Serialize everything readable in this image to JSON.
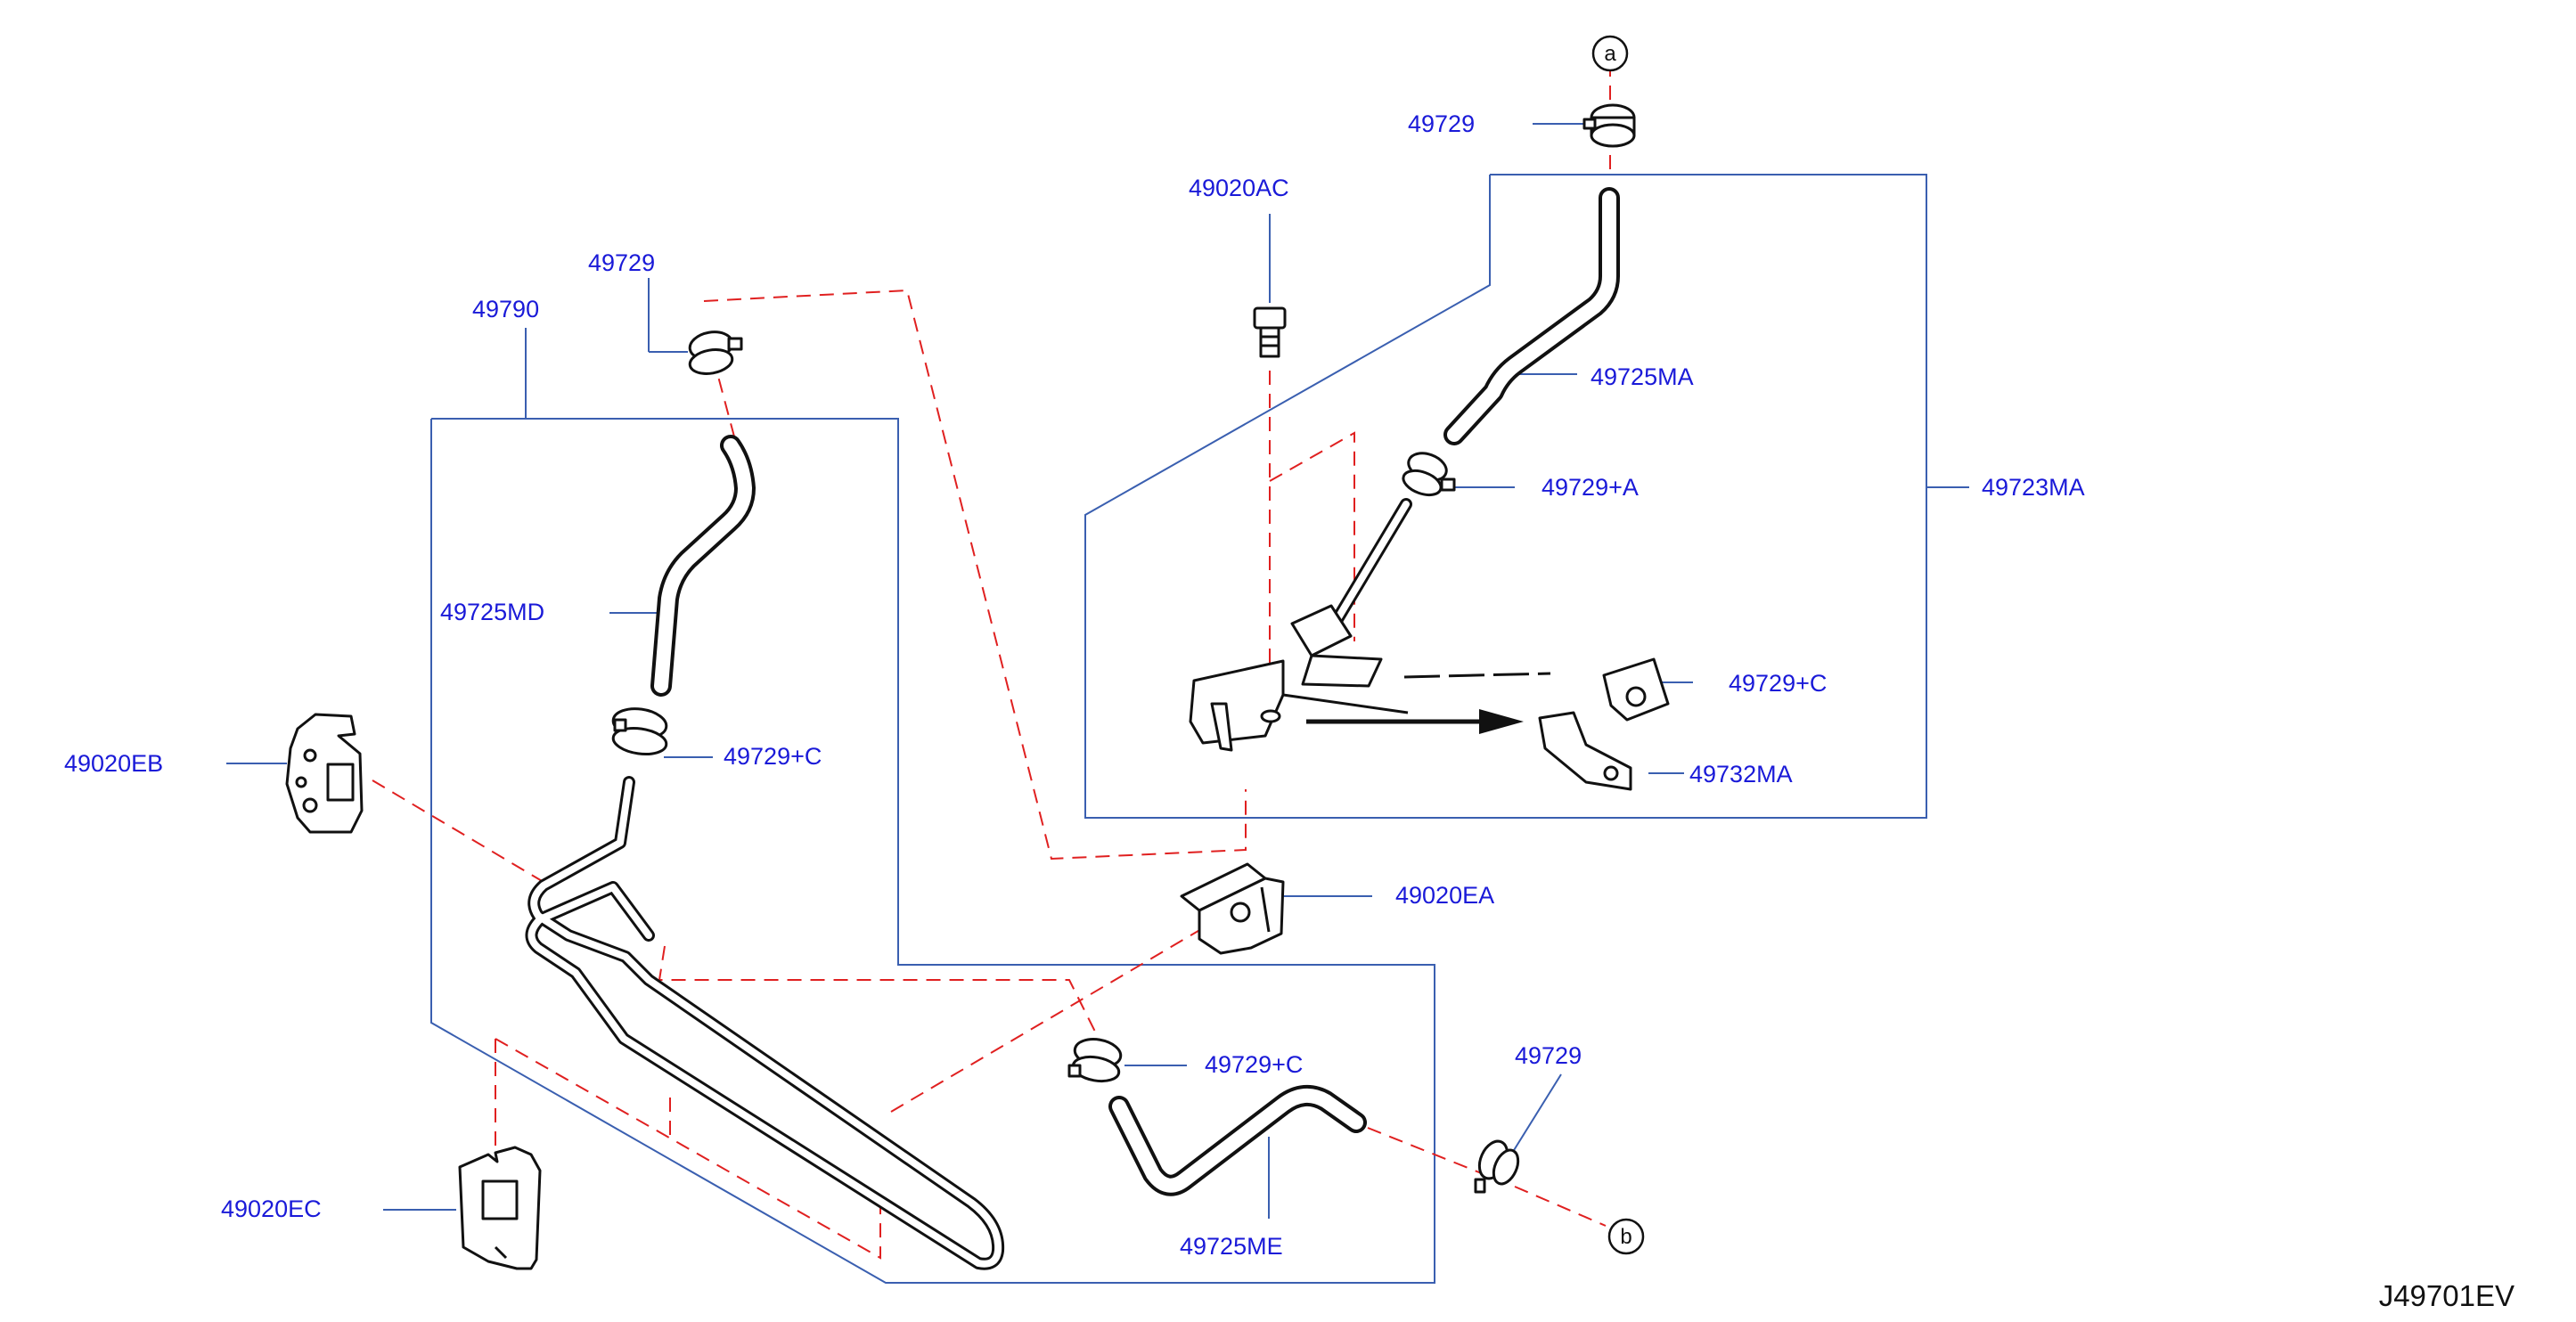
{
  "diagram": {
    "code": "J49701EV",
    "ref_markers": {
      "a": "a",
      "b": "b"
    },
    "part_numbers": {
      "clamp_top_right": "49729",
      "bolt": "49020AC",
      "hose_top_right": "49725MA",
      "clamp_a": "49729+A",
      "assembly_right": "49723MA",
      "clamp_b_partial": "49729+C",
      "bracket_right": "49732MA",
      "clamp_top_left": "49729",
      "assembly_left": "49790",
      "hose_left": "49725MD",
      "clamp_c_left": "49729+C",
      "clip_eb": "49020EB",
      "clip_ea": "49020EA",
      "clamp_c_bottom": "49729+C",
      "clamp_bottom_right": "49729",
      "hose_bottom": "49725ME",
      "clip_ec": "49020EC"
    }
  }
}
